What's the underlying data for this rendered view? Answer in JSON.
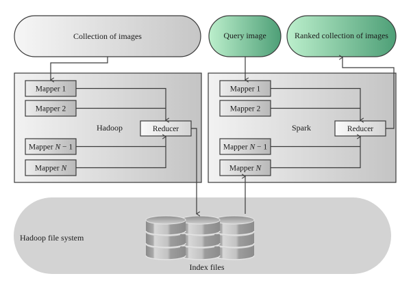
{
  "diagram": {
    "inputs": {
      "collection": "Collection of images",
      "query": "Query image",
      "ranked": "Ranked collection of images"
    },
    "hadoop": {
      "label": "Hadoop",
      "mappers": [
        {
          "prefix": "Mapper ",
          "var": "",
          "suffix": "1"
        },
        {
          "prefix": "Mapper ",
          "var": "",
          "suffix": "2"
        },
        {
          "prefix": "Mapper ",
          "var": "N",
          "suffix": " − 1"
        },
        {
          "prefix": "Mapper ",
          "var": "N",
          "suffix": ""
        }
      ],
      "reducer": "Reducer"
    },
    "spark": {
      "label": "Spark",
      "mappers": [
        {
          "prefix": "Mapper ",
          "var": "",
          "suffix": "1"
        },
        {
          "prefix": "Mapper ",
          "var": "",
          "suffix": "2"
        },
        {
          "prefix": "Mapper ",
          "var": "N",
          "suffix": " − 1"
        },
        {
          "prefix": "Mapper ",
          "var": "N",
          "suffix": ""
        }
      ],
      "reducer": "Reducer"
    },
    "storage": {
      "label": "Hadoop file system",
      "index_label": "Index files",
      "icon": "database-icon"
    },
    "colors": {
      "grey_pill_light": "#f4f4f4",
      "grey_pill_dark": "#c8c8c8",
      "green_light": "#b8ecc8",
      "green_dark": "#4fa37a",
      "hdfs_fill": "#d3d3d3",
      "stroke": "#3a3a3a"
    }
  }
}
